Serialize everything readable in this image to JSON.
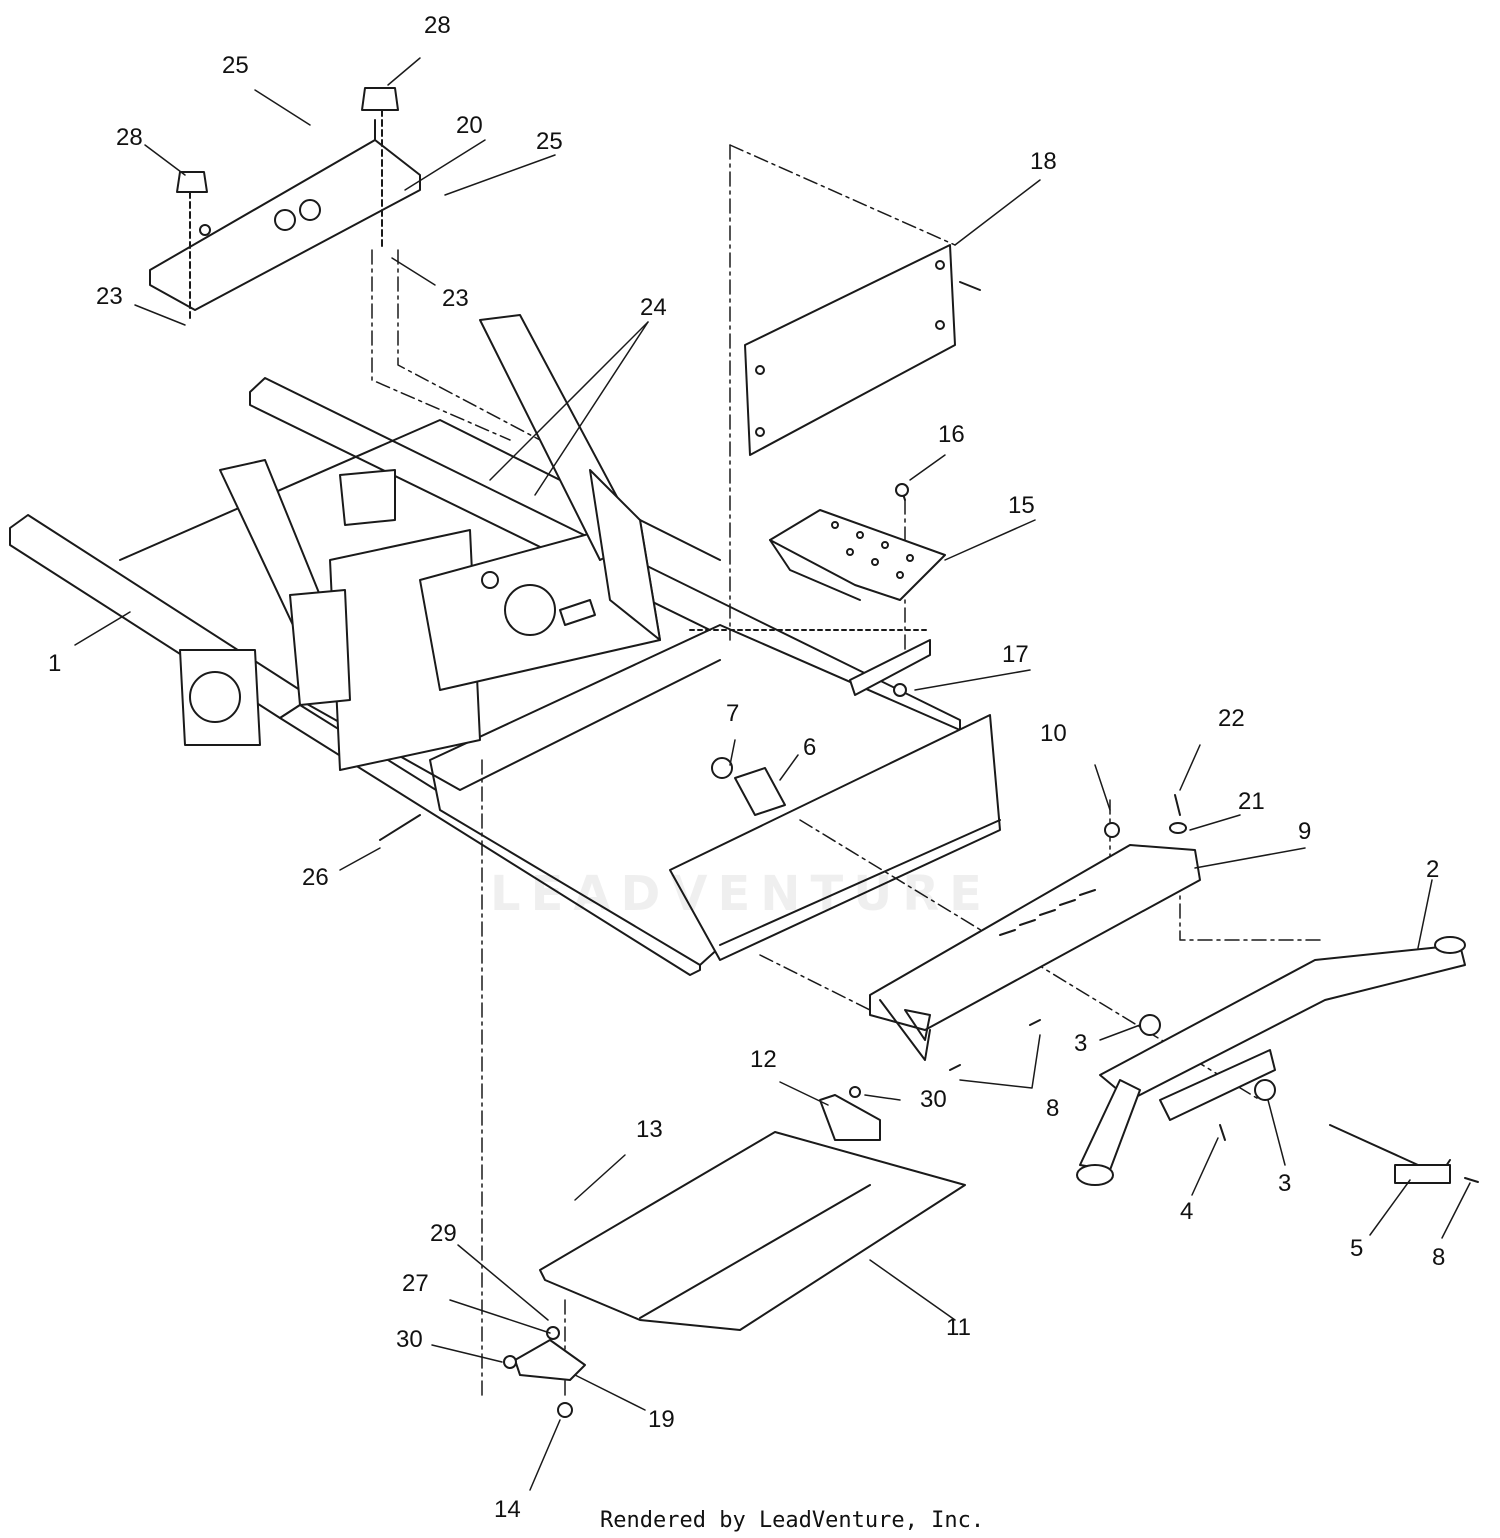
{
  "diagram": {
    "callouts": [
      {
        "id": "c1",
        "label": "1"
      },
      {
        "id": "c2",
        "label": "2"
      },
      {
        "id": "c3a",
        "label": "3"
      },
      {
        "id": "c3b",
        "label": "3"
      },
      {
        "id": "c4",
        "label": "4"
      },
      {
        "id": "c5",
        "label": "5"
      },
      {
        "id": "c6",
        "label": "6"
      },
      {
        "id": "c7",
        "label": "7"
      },
      {
        "id": "c8a",
        "label": "8"
      },
      {
        "id": "c8b",
        "label": "8"
      },
      {
        "id": "c9",
        "label": "9"
      },
      {
        "id": "c10",
        "label": "10"
      },
      {
        "id": "c11",
        "label": "11"
      },
      {
        "id": "c12",
        "label": "12"
      },
      {
        "id": "c13",
        "label": "13"
      },
      {
        "id": "c14",
        "label": "14"
      },
      {
        "id": "c15",
        "label": "15"
      },
      {
        "id": "c16",
        "label": "16"
      },
      {
        "id": "c17",
        "label": "17"
      },
      {
        "id": "c18",
        "label": "18"
      },
      {
        "id": "c19",
        "label": "19"
      },
      {
        "id": "c20",
        "label": "20"
      },
      {
        "id": "c21",
        "label": "21"
      },
      {
        "id": "c22",
        "label": "22"
      },
      {
        "id": "c23a",
        "label": "23"
      },
      {
        "id": "c23b",
        "label": "23"
      },
      {
        "id": "c24",
        "label": "24"
      },
      {
        "id": "c25a",
        "label": "25"
      },
      {
        "id": "c25b",
        "label": "25"
      },
      {
        "id": "c26",
        "label": "26"
      },
      {
        "id": "c27",
        "label": "27"
      },
      {
        "id": "c28a",
        "label": "28"
      },
      {
        "id": "c28b",
        "label": "28"
      },
      {
        "id": "c29",
        "label": "29"
      },
      {
        "id": "c30a",
        "label": "30"
      },
      {
        "id": "c30b",
        "label": "30"
      }
    ]
  },
  "watermark": {
    "text": "LEADVENTURE"
  },
  "footer": {
    "credit": "Rendered by LeadVenture, Inc."
  }
}
